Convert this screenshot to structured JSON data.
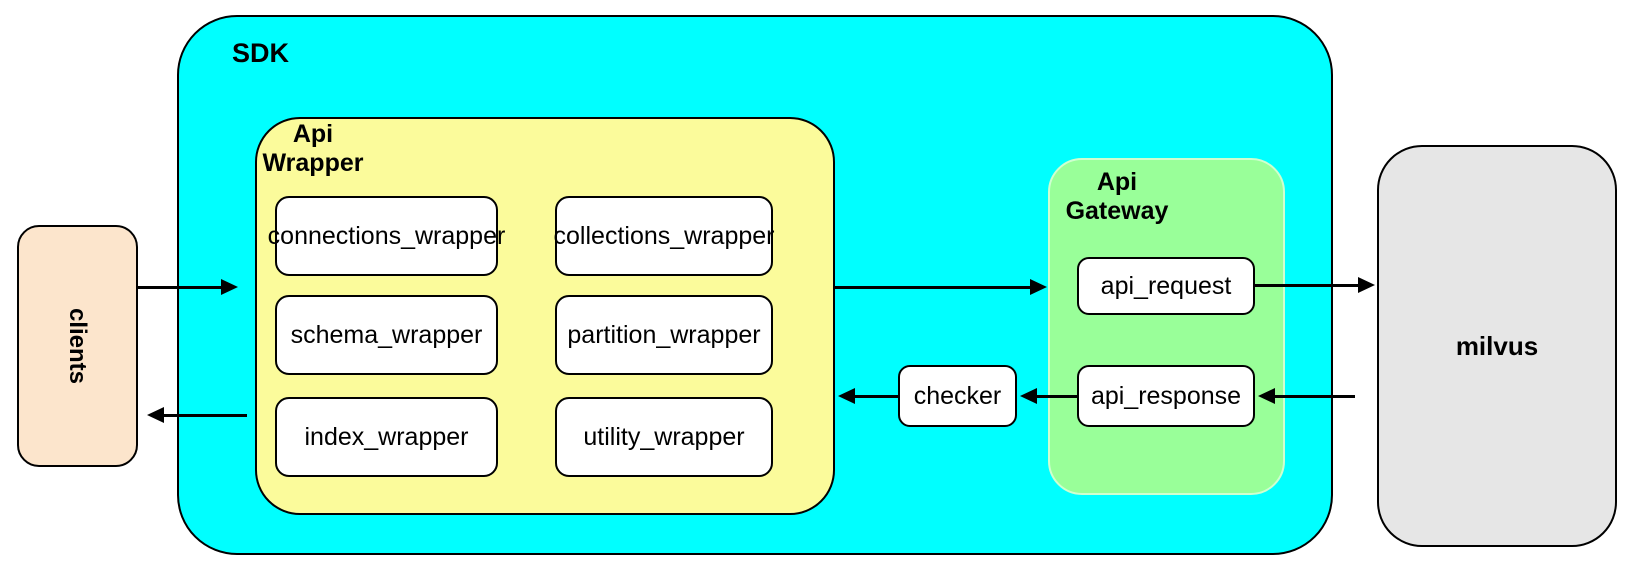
{
  "colors": {
    "sdk_fill": "#00FFFF",
    "api_wrapper_fill": "#FBFB9B",
    "api_gateway_fill": "#99FF99",
    "clients_fill": "#FCE5CC",
    "milvus_fill": "#E6E6E6",
    "node_fill": "#FFFFFF",
    "border": "#000000"
  },
  "nodes": {
    "clients": {
      "label": "clients"
    },
    "sdk": {
      "label": "SDK"
    },
    "api_wrapper": {
      "label_line1": "Api",
      "label_line2": "Wrapper",
      "boxes": [
        "connections_wrapper",
        "collections_wrapper",
        "schema_wrapper",
        "partition_wrapper",
        "index_wrapper",
        "utility_wrapper"
      ]
    },
    "checker": {
      "label": "checker"
    },
    "api_gateway": {
      "label_line1": "Api",
      "label_line2": "Gateway",
      "request": "api_request",
      "response": "api_response"
    },
    "milvus": {
      "label": "milvus"
    }
  },
  "edges": [
    {
      "from": "clients",
      "to": "sdk"
    },
    {
      "from": "api_wrapper",
      "to": "api_gateway"
    },
    {
      "from": "api_request",
      "to": "milvus"
    },
    {
      "from": "milvus",
      "to": "api_response"
    },
    {
      "from": "api_response",
      "to": "checker"
    },
    {
      "from": "checker",
      "to": "api_wrapper"
    },
    {
      "from": "sdk",
      "to": "clients"
    }
  ]
}
